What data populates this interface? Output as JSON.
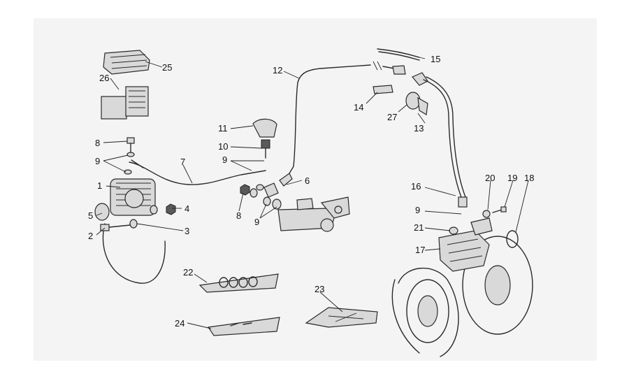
{
  "callouts": {
    "c1": "1",
    "c2": "2",
    "c3": "3",
    "c4": "4",
    "c5": "5",
    "c6": "6",
    "c7": "7",
    "c8a": "8",
    "c8b": "8",
    "c9a": "9",
    "c9b": "9",
    "c9c": "9",
    "c9d": "9",
    "c10": "10",
    "c11": "11",
    "c12": "12",
    "c13": "13",
    "c14": "14",
    "c15": "15",
    "c16": "16",
    "c17": "17",
    "c18": "18",
    "c19": "19",
    "c20": "20",
    "c21": "21",
    "c22": "22",
    "c23": "23",
    "c24": "24",
    "c25": "25",
    "c26": "26",
    "c27": "27"
  }
}
